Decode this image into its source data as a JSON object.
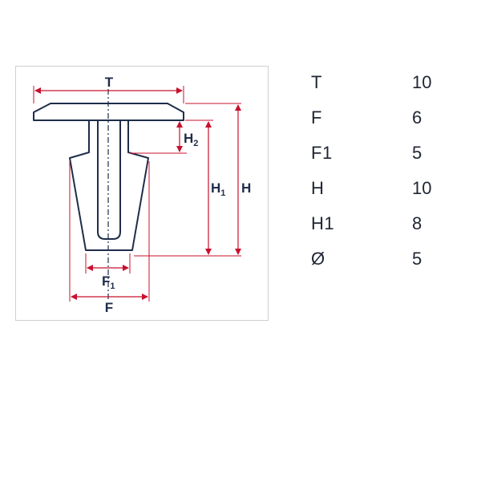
{
  "diagram": {
    "labels": {
      "T": "T",
      "F": "F",
      "F1_main": "F",
      "F1_sub": "1",
      "H": "H",
      "H1_main": "H",
      "H1_sub": "1",
      "H2_main": "H",
      "H2_sub": "2"
    },
    "colors": {
      "outline": "#1f2d4a",
      "dimension": "#c8102e",
      "box_border": "#cfcfd4"
    }
  },
  "specs": [
    {
      "name": "T",
      "value": "10"
    },
    {
      "name": "F",
      "value": "6"
    },
    {
      "name": "F1",
      "value": "5"
    },
    {
      "name": "H",
      "value": "10"
    },
    {
      "name": "H1",
      "value": "8"
    },
    {
      "name": "Ø",
      "value": "5"
    }
  ]
}
